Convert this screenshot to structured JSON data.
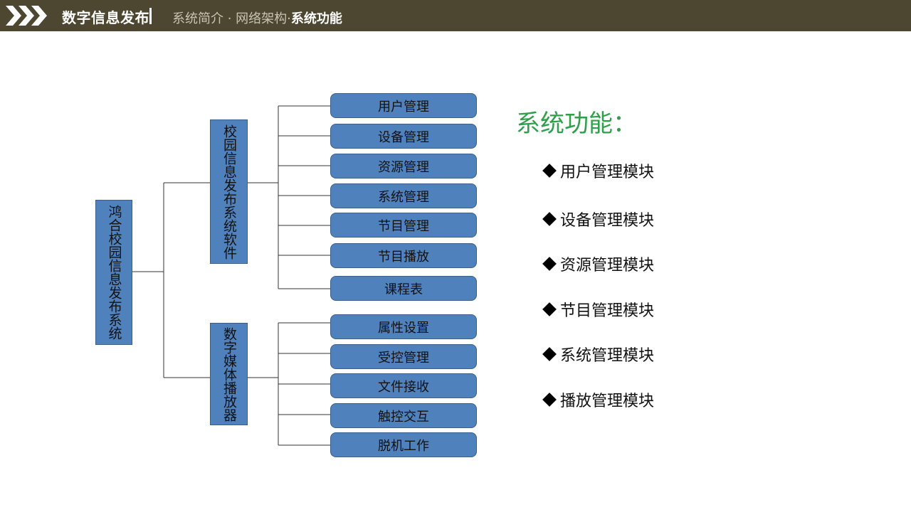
{
  "header": {
    "title": "数字信息发布",
    "breadcrumb": {
      "item1": "系统简介",
      "sep1": " · ",
      "item2": "网络架构",
      "sep2": "·",
      "current": "系统功能"
    }
  },
  "diagram": {
    "root": "鸿合校园信息发布系统",
    "branches": [
      {
        "label": "校园信息发布系统软件",
        "children": [
          "用户管理",
          "设备管理",
          "资源管理",
          "系统管理",
          "节目管理",
          "节目播放",
          "课程表"
        ]
      },
      {
        "label": "数字媒体播放器",
        "children": [
          "属性设置",
          "受控管理",
          "文件接收",
          "触控交互",
          "脱机工作"
        ]
      }
    ]
  },
  "functions": {
    "title": "系统功能：",
    "items": [
      "用户管理模块",
      "设备管理模块",
      "资源管理模块",
      "节目管理模块",
      "系统管理模块",
      "播放管理模块"
    ]
  },
  "colors": {
    "header_bg": "#4d4630",
    "box_fill": "#4f81bd",
    "title_green": "#2ea04a"
  }
}
